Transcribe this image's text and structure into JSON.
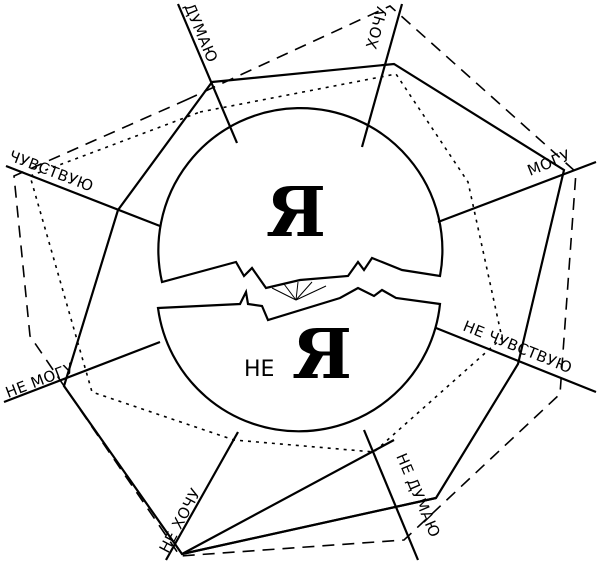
{
  "diagram": {
    "axes": {
      "think": "ДУМАЮ",
      "want": "ХОЧУ",
      "can": "МОГУ",
      "feel": "ЧУВСТВУЮ",
      "cannot": "НЕ МОГУ",
      "not_feel": "НЕ ЧУВСТВУЮ",
      "not_want": "НЕ ХОЧУ",
      "not_think": "НЕ ДУМАЮ"
    },
    "center": {
      "self_letter": "Я",
      "not_prefix": "НЕ",
      "not_self_letter": "Я"
    }
  }
}
